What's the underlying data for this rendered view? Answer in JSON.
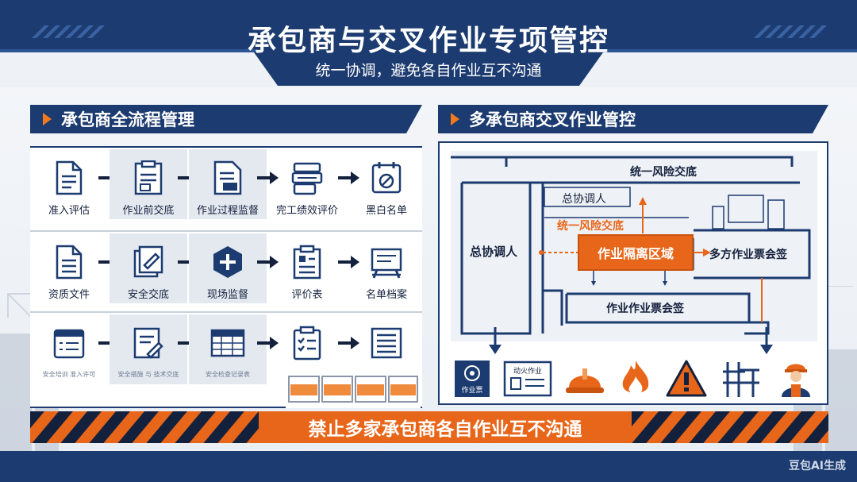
{
  "header": {
    "title": "承包商与交叉作业专项管控",
    "subtitle": "统一协调，避免各自作业互不沟通"
  },
  "left_section": {
    "heading": "承包商全流程管理",
    "rows": [
      {
        "items": [
          {
            "label": "准入评估",
            "icon": "document-icon",
            "shaded": false
          },
          {
            "label": "作业前交底",
            "icon": "briefing-document-icon",
            "shaded": true
          },
          {
            "label": "作业过程监督",
            "icon": "checklist-document-icon",
            "shaded": true
          },
          {
            "label": "完工绩效评价",
            "icon": "evaluation-stack-icon",
            "shaded": false
          },
          {
            "label": "黑白名单",
            "icon": "blacklist-calendar-icon",
            "shaded": false
          }
        ]
      },
      {
        "items": [
          {
            "label": "资质文件",
            "icon": "qualification-document-icon",
            "shaded": false
          },
          {
            "label": "安全交底",
            "icon": "safety-briefing-icon",
            "shaded": true
          },
          {
            "label": "现场监督",
            "icon": "plus-hexagon-icon",
            "shaded": true
          },
          {
            "label": "评价表",
            "icon": "evaluation-form-icon",
            "shaded": false
          },
          {
            "label": "名单档案",
            "icon": "roster-board-icon",
            "shaded": false
          }
        ]
      },
      {
        "items": [
          {
            "label": "安全培训 准入许可",
            "icon": "training-calendar-icon",
            "shaded": false
          },
          {
            "label": "安全措施 与 技术交底",
            "icon": "measures-document-icon",
            "shaded": true
          },
          {
            "label": "安全检查记录表",
            "icon": "inspection-table-icon",
            "shaded": true
          },
          {
            "label": "",
            "icon": "clipboard-checklist-icon",
            "shaded": false
          },
          {
            "label": "",
            "icon": "list-document-icon",
            "shaded": false
          }
        ]
      }
    ]
  },
  "right_section": {
    "heading": "多承包商交叉作业管控",
    "plan": {
      "top_label": "统一风险交底",
      "coordinator_small": "总协调人",
      "coordinator_large": "总协调人",
      "risk_label_orange": "统一风险交底",
      "isolation_zone": "作业隔离区域",
      "multi_ticket": "多方作业票会签",
      "ticket": "作业作业票会签"
    },
    "icons": [
      {
        "name": "work-permit-badge-icon",
        "text": "作业票"
      },
      {
        "name": "notice-board-icon",
        "text": "动火作业"
      },
      {
        "name": "hard-hat-icon"
      },
      {
        "name": "fire-icon"
      },
      {
        "name": "warning-triangle-icon"
      },
      {
        "name": "scaffold-icon"
      },
      {
        "name": "worker-icon"
      }
    ]
  },
  "banner": {
    "text": "禁止多家承包商各自作业互不沟通"
  },
  "watermark": "豆包AI生成",
  "colors": {
    "navy": "#1c3b70",
    "orange": "#e8661a",
    "light_gray": "#e4e9f0",
    "white": "#ffffff"
  }
}
